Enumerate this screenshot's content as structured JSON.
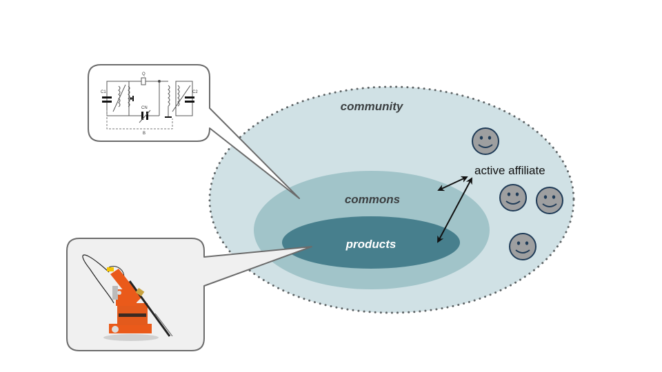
{
  "diagram": {
    "regions": {
      "community": {
        "label": "community",
        "fill": "#d0e1e5",
        "border": "#5e6466"
      },
      "commons": {
        "label": "commons",
        "fill": "#a1c4c9"
      },
      "products": {
        "label": "products",
        "fill": "#477f8d"
      }
    },
    "affiliate_label": "active affiliate",
    "members": [
      {
        "name": "member-1"
      },
      {
        "name": "member-2"
      },
      {
        "name": "member-3"
      },
      {
        "name": "member-4"
      }
    ],
    "callouts": [
      {
        "name": "circuit-schematic",
        "points_to": "commons",
        "schematic_labels": {
          "q": "Q",
          "c1": "C1",
          "c2": "C2",
          "cn": "CN",
          "b": "B"
        }
      },
      {
        "name": "orange-robot-product",
        "points_to": "products"
      }
    ],
    "colors": {
      "member_face": "#9e9fa0",
      "member_outline": "#1f3b57",
      "text_dark": "#3b3f41",
      "text_light": "#ffffff",
      "callout_fill": "#f0f0f0",
      "callout_border": "#6b6b6b",
      "robot_orange": "#ea5a1a"
    }
  }
}
